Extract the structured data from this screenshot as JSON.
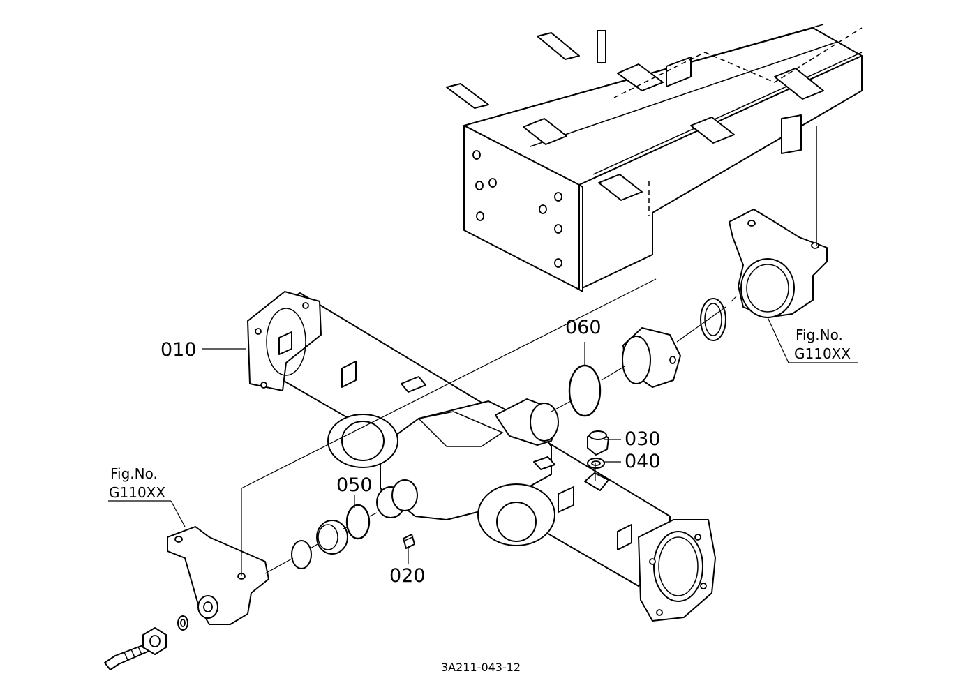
{
  "labels": {
    "p010": "010",
    "p020": "020",
    "p030": "030",
    "p040": "040",
    "p050": "050",
    "p060": "060"
  },
  "fig_refs": {
    "right_fig": "Fig.No.",
    "right_code": "G110XX",
    "left_fig": "Fig.No.",
    "left_code": "G110XX"
  },
  "drawing_code": "3A211-043-12"
}
